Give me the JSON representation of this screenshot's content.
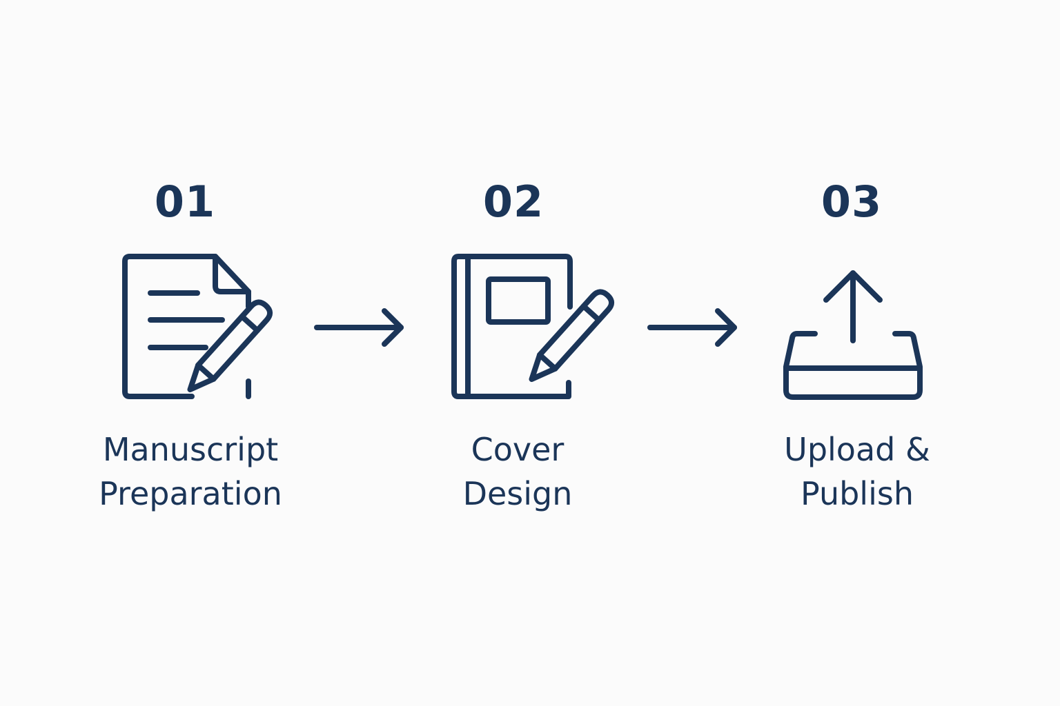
{
  "colors": {
    "background": "#fbfbfb",
    "ink": "#1b3558"
  },
  "steps": [
    {
      "number": "01",
      "label_line1": "Manuscript",
      "label_line2": "Preparation",
      "icon": "document-pencil-icon"
    },
    {
      "number": "02",
      "label_line1": "Cover",
      "label_line2": "Design",
      "icon": "book-pencil-icon"
    },
    {
      "number": "03",
      "label_line1": "Upload &",
      "label_line2": "Publish",
      "icon": "upload-tray-icon"
    }
  ],
  "connectors": [
    {
      "from": "01",
      "to": "02",
      "icon": "arrow-right-icon"
    },
    {
      "from": "02",
      "to": "03",
      "icon": "arrow-right-icon"
    }
  ]
}
